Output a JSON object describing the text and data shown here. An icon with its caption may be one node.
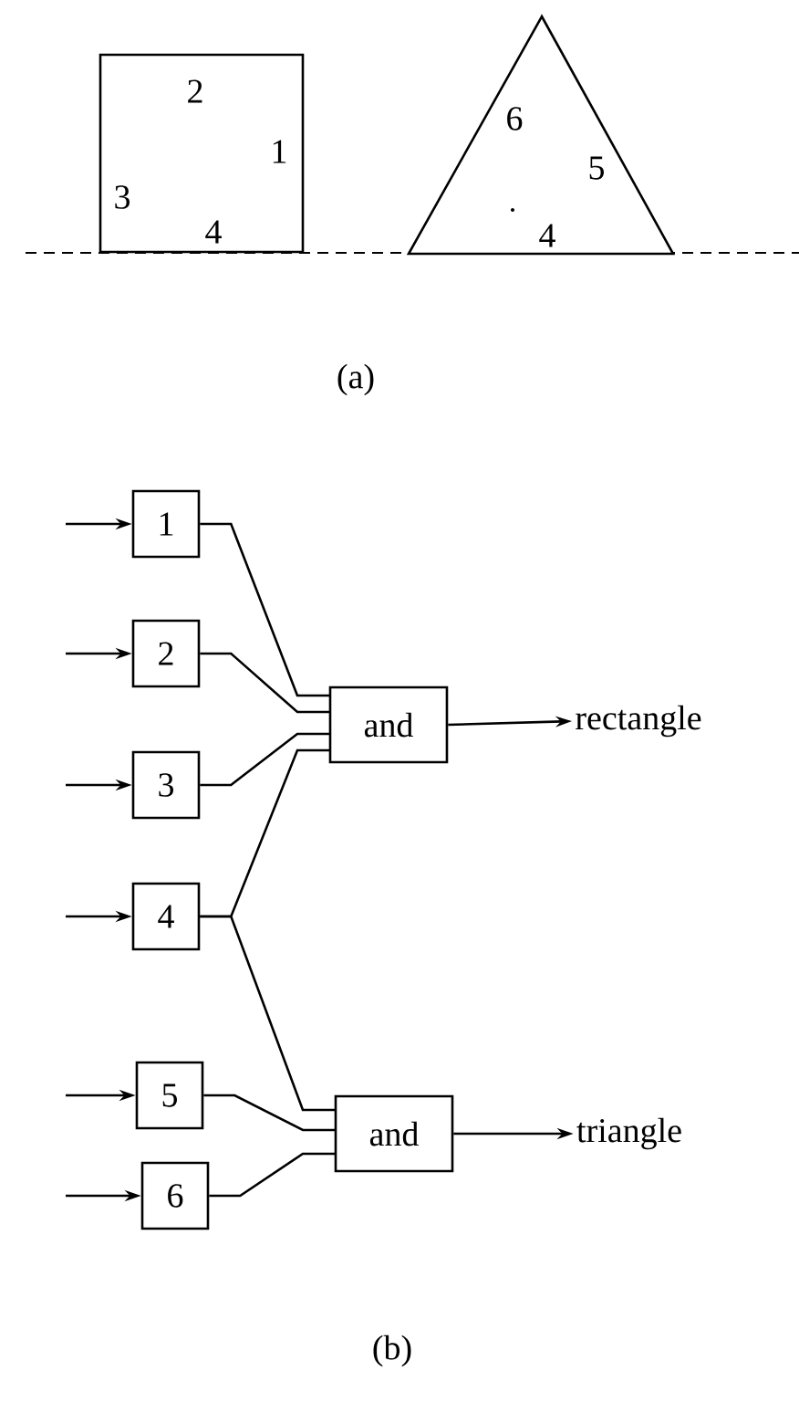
{
  "diagram": {
    "nodes": [
      {
        "text": [
          "2",
          "1",
          "3",
          "4"
        ]
      },
      {
        "text": [
          "6",
          "5",
          "4"
        ]
      },
      {
        "text": [
          "1"
        ]
      },
      {
        "text": [
          "2"
        ]
      },
      {
        "text": [
          "3"
        ]
      },
      {
        "text": [
          "4"
        ]
      },
      {
        "text": [
          "5"
        ]
      },
      {
        "text": [
          "6"
        ]
      },
      {
        "text": [
          "and"
        ]
      },
      {
        "text": [
          "rectangle"
        ]
      },
      {
        "text": [
          "and"
        ]
      },
      {
        "text": [
          "triangle"
        ]
      }
    ],
    "edges": [
      {
        "from": null,
        "to": 2,
        "arrow": "to"
      },
      {
        "from": null,
        "to": 3,
        "arrow": "to"
      },
      {
        "from": null,
        "to": 4,
        "arrow": "to"
      },
      {
        "from": null,
        "to": 5,
        "arrow": "to"
      },
      {
        "from": null,
        "to": 6,
        "arrow": "to"
      },
      {
        "from": null,
        "to": 7,
        "arrow": "to"
      },
      {
        "from": 2,
        "to": 8,
        "arrow": "none"
      },
      {
        "from": 3,
        "to": 8,
        "arrow": "none"
      },
      {
        "from": 4,
        "to": 8,
        "arrow": "none"
      },
      {
        "from": 5,
        "to": 8,
        "arrow": "none"
      },
      {
        "from": 5,
        "to": 10,
        "arrow": "none"
      },
      {
        "from": 6,
        "to": 10,
        "arrow": "none"
      },
      {
        "from": 7,
        "to": 10,
        "arrow": "none"
      },
      {
        "from": 8,
        "to": 9,
        "arrow": "to"
      },
      {
        "from": 10,
        "to": 11,
        "arrow": "to"
      }
    ],
    "labels": [
      "(a)",
      "(b)"
    ]
  }
}
